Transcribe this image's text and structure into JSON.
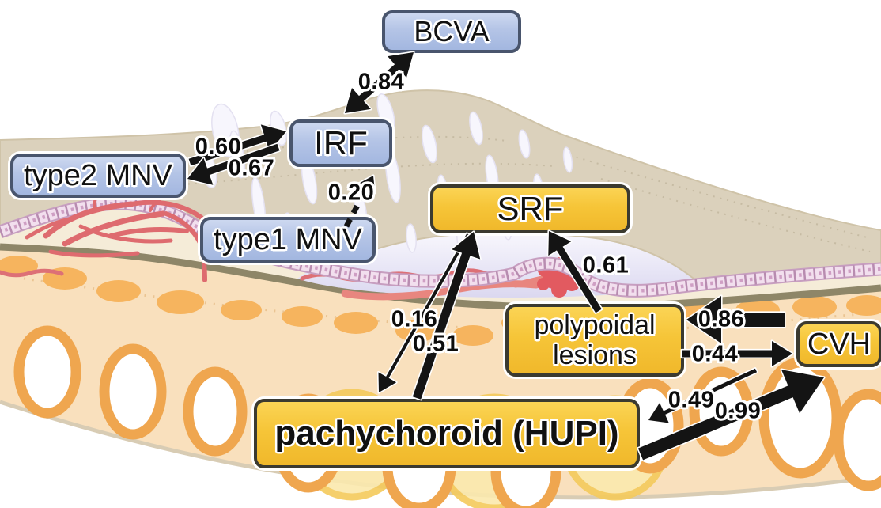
{
  "figure": {
    "type": "pathway-correlation-diagram",
    "nodes": {
      "bcva": {
        "label": "BCVA",
        "kind": "blue"
      },
      "irf": {
        "label": "IRF",
        "kind": "blue"
      },
      "type2_mnv": {
        "label": "type2 MNV",
        "kind": "blue"
      },
      "type1_mnv": {
        "label": "type1 MNV",
        "kind": "blue"
      },
      "srf": {
        "label": "SRF",
        "kind": "yellow"
      },
      "polypoidal_lesions": {
        "label": "polypoidal lesions",
        "kind": "yellow"
      },
      "cvh": {
        "label": "CVH",
        "kind": "yellow"
      },
      "pachychoroid": {
        "label": "pachychoroid (HUPI)",
        "kind": "yellow"
      }
    },
    "edges": {
      "irf_bcva": {
        "from": "IRF",
        "to": "BCVA",
        "value": "0.84",
        "style": "thick-double"
      },
      "type2mnv_irf": {
        "from": "type2 MNV",
        "to": "IRF",
        "value": "0.60",
        "style": "thick"
      },
      "irf_type2mnv": {
        "from": "IRF",
        "to": "type2 MNV",
        "value": "0.67",
        "style": "thick"
      },
      "type1mnv_irf": {
        "from": "type1 MNV",
        "to": "IRF",
        "value": "0.20",
        "style": "thin-dashed"
      },
      "polypoidal_srf": {
        "from": "polypoidal lesions",
        "to": "SRF",
        "value": "0.61",
        "style": "thick"
      },
      "srf_pachychoroid": {
        "from": "SRF",
        "to": "pachychoroid",
        "value": "0.16",
        "style": "thin"
      },
      "pachychoroid_srf": {
        "from": "pachychoroid",
        "to": "SRF",
        "value": "0.51",
        "style": "thick"
      },
      "cvh_polypoidal": {
        "from": "CVH",
        "to": "polypoidal lesions",
        "value": "0.86",
        "style": "extra-thick"
      },
      "polypoidal_cvh": {
        "from": "polypoidal lesions",
        "to": "CVH",
        "value": "0.44",
        "style": "medium"
      },
      "cvh_pachychoroid": {
        "from": "CVH",
        "to": "pachychoroid",
        "value": "0.49",
        "style": "thin"
      },
      "pachychoroid_cvh": {
        "from": "pachychoroid",
        "to": "CVH",
        "value": "0.99",
        "style": "extra-thick"
      }
    },
    "colors": {
      "blue_node_fill": "#b4c4e6",
      "blue_node_border": "#49556d",
      "yellow_node_fill": "#f6c538",
      "yellow_node_border": "#3b3a30",
      "retina_tan": "#dbd1bc",
      "choroid_peach": "#f9e0bd",
      "pachyvessel_orange": "#efa64f",
      "rpe_pink": "#f2dfee",
      "mnv_red": "#de6b6f",
      "srf_fluid_lavender": "#e9e7f7",
      "bruchs_olive": "#8e8668",
      "arrow_black": "#141414"
    }
  }
}
